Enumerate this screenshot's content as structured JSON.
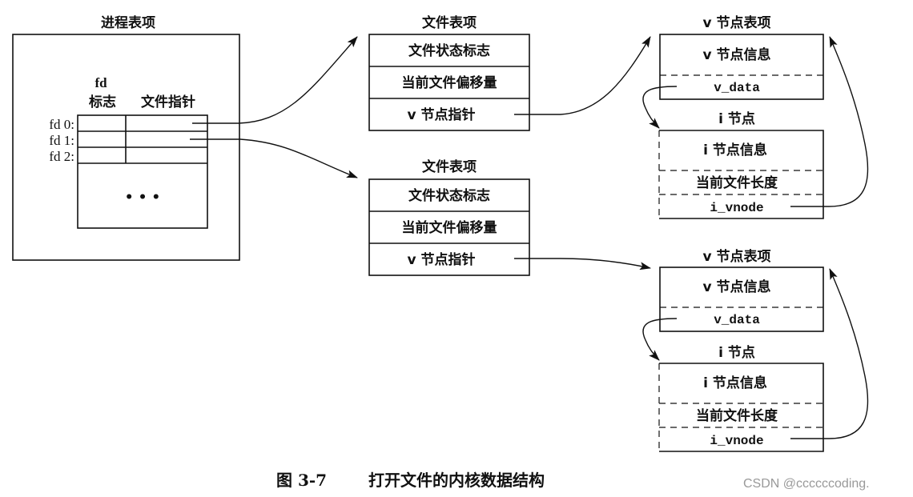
{
  "process_table": {
    "title": "进程表项",
    "col_fd": "fd",
    "col_flags": "标志",
    "col_ptr": "文件指针",
    "rows": [
      "fd 0:",
      "fd 1:",
      "fd 2:"
    ],
    "ellipsis": "• • •"
  },
  "file_tables": [
    {
      "title": "文件表项",
      "rows": [
        "文件状态标志",
        "当前文件偏移量",
        "v 节点指针"
      ]
    },
    {
      "title": "文件表项",
      "rows": [
        "文件状态标志",
        "当前文件偏移量",
        "v 节点指针"
      ]
    }
  ],
  "vnodes": [
    {
      "title": "v 节点表项",
      "info": "v 节点信息",
      "data": "v_data",
      "inode_title": "i 节点",
      "inode_info": "i 节点信息",
      "inode_len": "当前文件长度",
      "inode_vnode": "i_vnode"
    },
    {
      "title": "v 节点表项",
      "info": "v 节点信息",
      "data": "v_data",
      "inode_title": "i 节点",
      "inode_info": "i 节点信息",
      "inode_len": "当前文件长度",
      "inode_vnode": "i_vnode"
    }
  ],
  "caption": {
    "number": "图 3-7",
    "text": "打开文件的内核数据结构"
  },
  "watermark": "CSDN @ccccccoding."
}
